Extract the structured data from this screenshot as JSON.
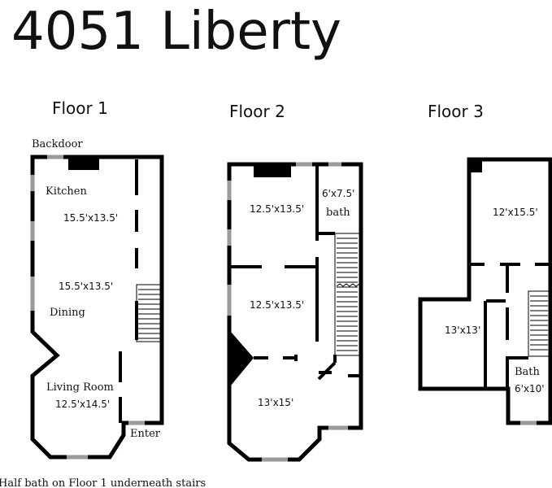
{
  "title": "4051 Liberty",
  "footnote": "Half bath on Floor 1 underneath stairs",
  "floors": [
    {
      "label": "Floor 1",
      "rooms": [
        {
          "name": "Backdoor",
          "dims": ""
        },
        {
          "name": "Kitchen",
          "dims": "15.5'x13.5'"
        },
        {
          "name": "Dining",
          "dims": "15.5'x13.5'"
        },
        {
          "name": "Living Room",
          "dims": "12.5'x14.5'"
        },
        {
          "name": "Enter",
          "dims": ""
        }
      ]
    },
    {
      "label": "Floor 2",
      "rooms": [
        {
          "name": "",
          "dims": "12.5'x13.5'"
        },
        {
          "name": "bath",
          "dims": "6'x7.5'"
        },
        {
          "name": "",
          "dims": "12.5'x13.5'"
        },
        {
          "name": "",
          "dims": "13'x15'"
        }
      ]
    },
    {
      "label": "Floor 3",
      "rooms": [
        {
          "name": "",
          "dims": "12'x15.5'"
        },
        {
          "name": "",
          "dims": "13'x13'"
        },
        {
          "name": "Bath",
          "dims": "6'x10'"
        }
      ]
    }
  ]
}
